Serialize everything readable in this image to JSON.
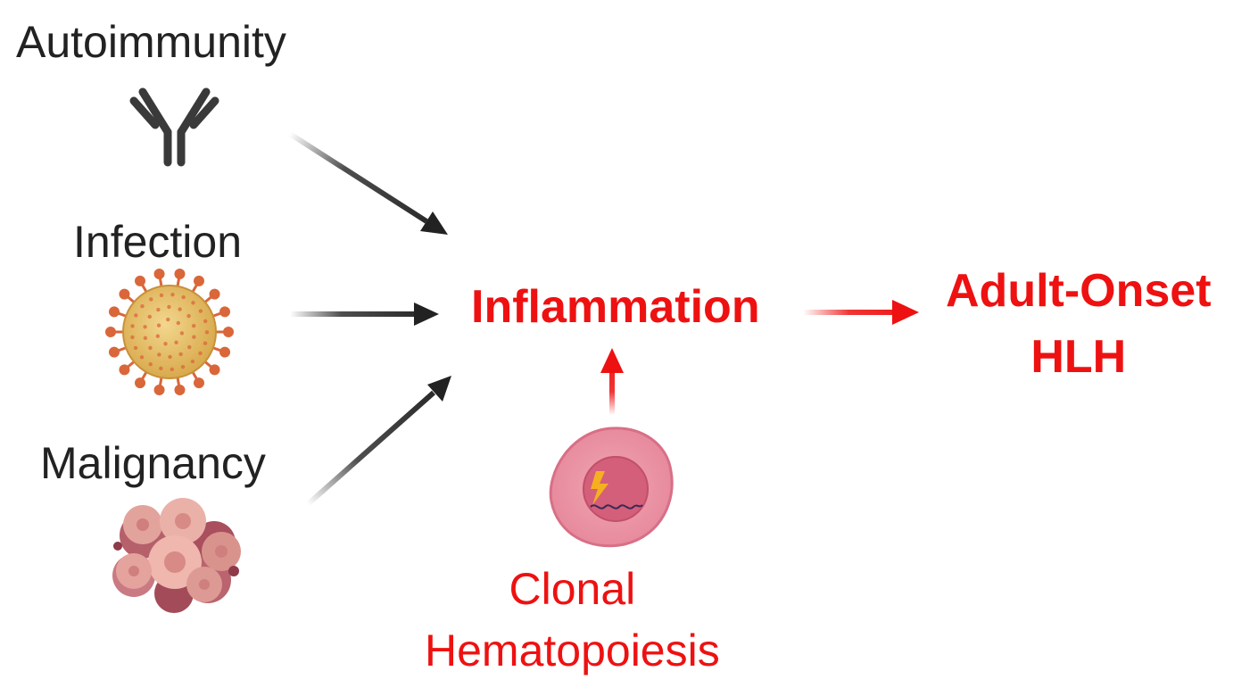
{
  "diagram": {
    "causes": [
      {
        "label": "Autoimmunity",
        "icon": "antibody-icon"
      },
      {
        "label": "Infection",
        "icon": "virus-icon"
      },
      {
        "label": "Malignancy",
        "icon": "tumor-cells-icon"
      }
    ],
    "center": {
      "label": "Inflammation"
    },
    "contributor": {
      "line1": "Clonal",
      "line2": "Hematopoiesis",
      "icon": "mutated-cell-icon"
    },
    "outcome": {
      "line1": "Adult-Onset",
      "line2": "HLH"
    },
    "colors": {
      "dark": "#222222",
      "accent": "#ee1111",
      "virus": "#e0b75c",
      "spike": "#d9673a",
      "cell": "#e98a9e",
      "tumor": "#c9737a"
    }
  }
}
